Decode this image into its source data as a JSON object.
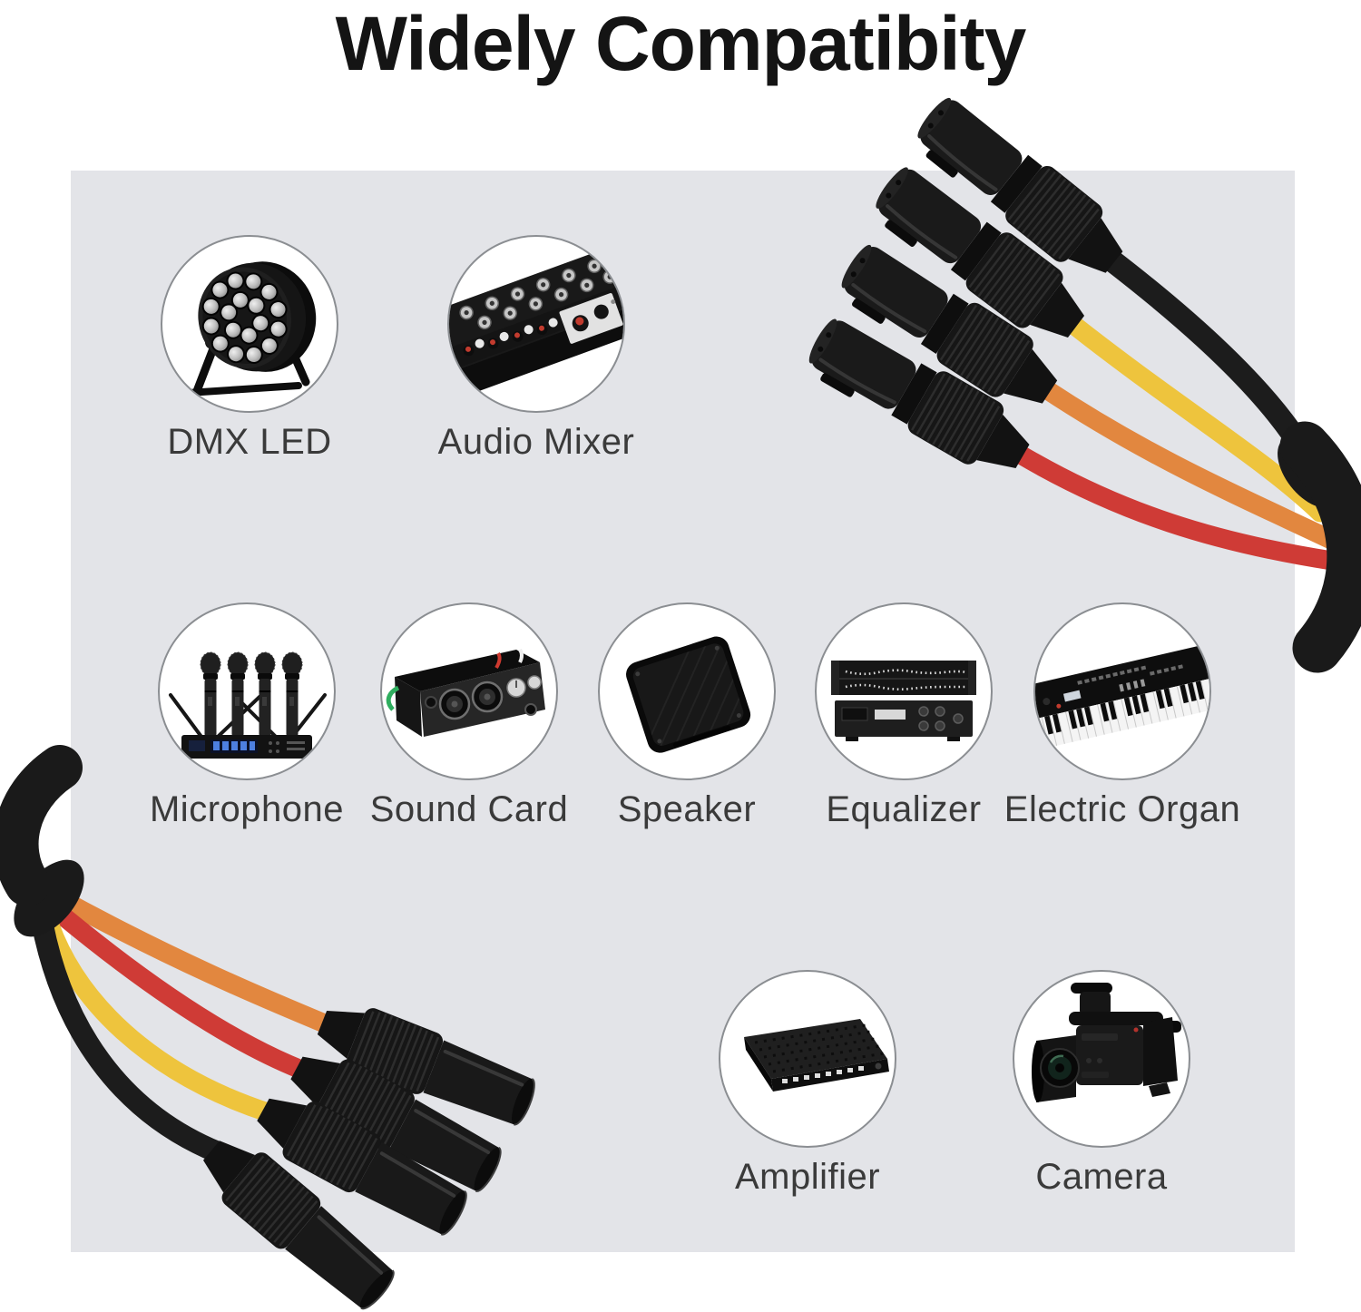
{
  "title": "Widely Compatibity",
  "groups": {
    "top": [
      {
        "label": "DMX LED",
        "icon": "dmx-led-photo"
      },
      {
        "label": "Audio Mixer",
        "icon": "audio-mixer-photo"
      }
    ],
    "middle": [
      {
        "label": "Microphone",
        "icon": "microphone-photo"
      },
      {
        "label": "Sound Card",
        "icon": "sound-card-photo"
      },
      {
        "label": "Speaker",
        "icon": "speaker-photo"
      },
      {
        "label": "Equalizer",
        "icon": "equalizer-photo"
      },
      {
        "label": "Electric Organ",
        "icon": "electric-organ-photo"
      }
    ],
    "bottom": [
      {
        "label": "Amplifier",
        "icon": "amplifier-photo"
      },
      {
        "label": "Camera",
        "icon": "camera-photo"
      }
    ]
  },
  "cables": {
    "top_right": {
      "icon": "xlr-female-4ch-breakout-photo",
      "connector_count": 4,
      "wire_colors": [
        "#1c1c1c",
        "#eec43d",
        "#e2873f",
        "#cf3b36"
      ]
    },
    "bottom_left": {
      "icon": "xlr-male-4ch-breakout-photo",
      "connector_count": 4,
      "wire_colors": [
        "#e2873f",
        "#cf3b36",
        "#eec43d",
        "#1c1c1c"
      ]
    }
  },
  "colors": {
    "page_bg": "#ffffff",
    "panel_bg": "#e3e4e8",
    "circle_bg": "#ffffff",
    "circle_border": "#8b8e92",
    "title_text": "#141414",
    "label_text": "#3a3a3a",
    "cable_yellow": "#eec43d",
    "cable_orange": "#e2873f",
    "cable_red": "#cf3b36",
    "cable_black": "#1c1c1c"
  }
}
